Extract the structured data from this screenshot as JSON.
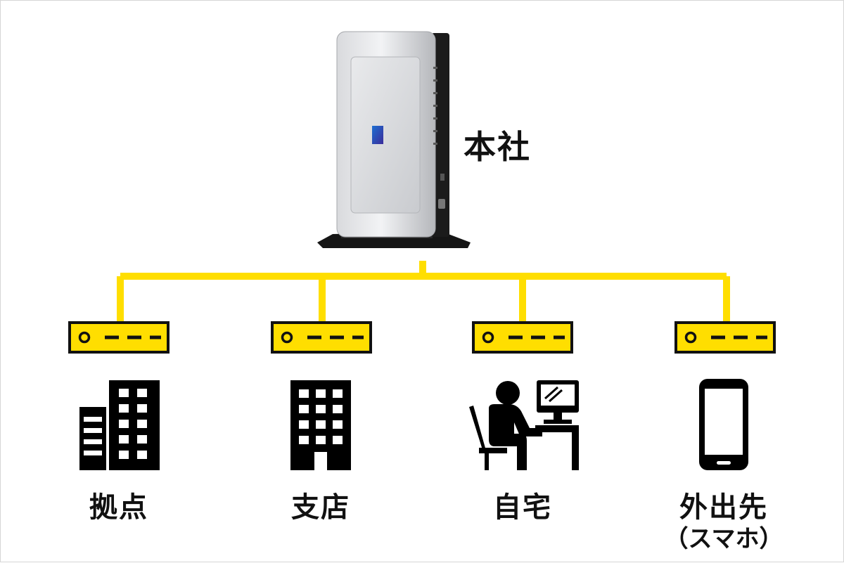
{
  "hq": {
    "label": "本社",
    "device": "router-icon"
  },
  "colors": {
    "line": "#ffde00",
    "outline": "#111111",
    "icon": "#000000"
  },
  "nodes": [
    {
      "label": "拠点",
      "sublabel": "",
      "icon": "office-buildings-icon"
    },
    {
      "label": "支店",
      "sublabel": "",
      "icon": "office-building-icon"
    },
    {
      "label": "自宅",
      "sublabel": "",
      "icon": "person-at-computer-icon"
    },
    {
      "label": "外出先",
      "sublabel": "（スマホ）",
      "icon": "smartphone-icon"
    }
  ]
}
